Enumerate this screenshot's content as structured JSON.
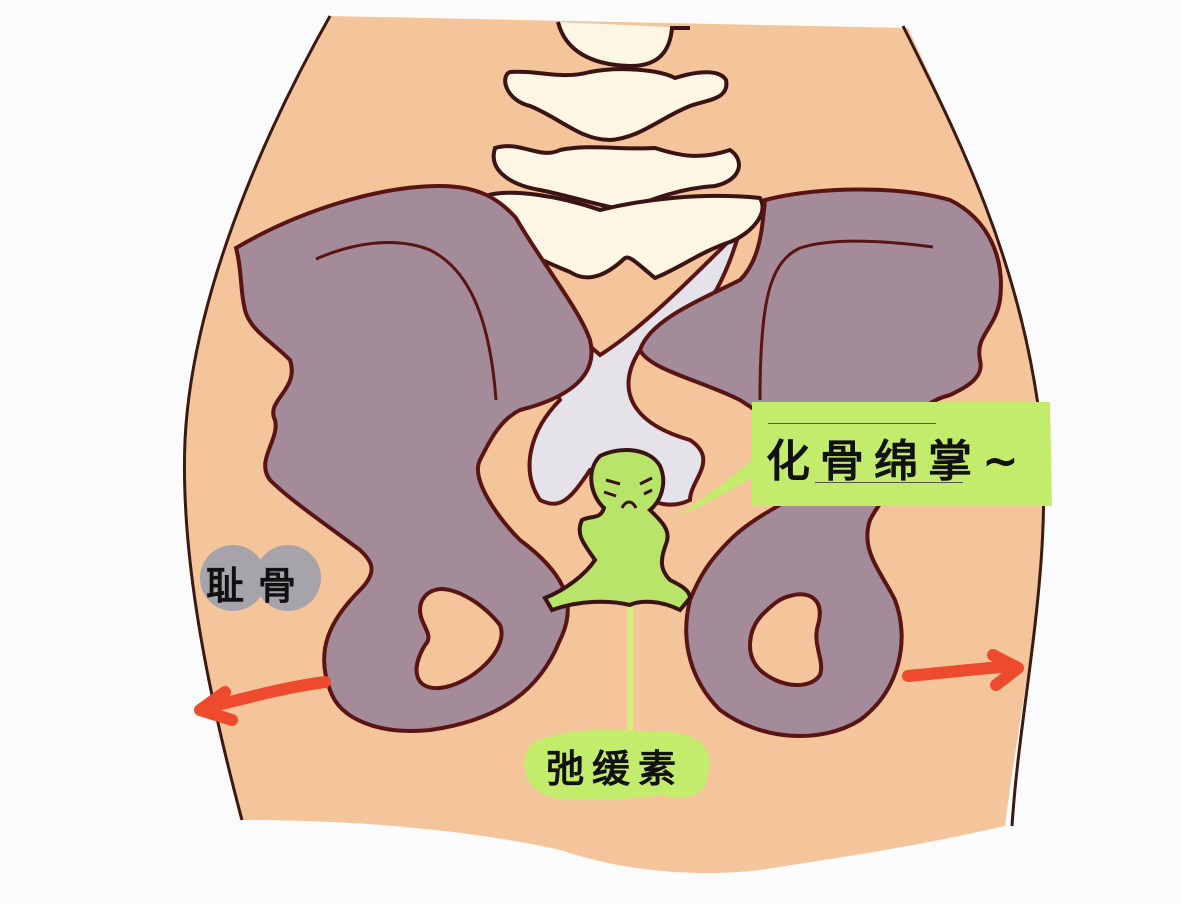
{
  "diagram": {
    "subject": "pelvis",
    "labels": {
      "speech_bubble": "化骨绵掌~",
      "pubic_bone": "耻骨",
      "relaxin": "弛缓素"
    },
    "arrows": [
      {
        "name": "left-arrow",
        "direction": "left"
      },
      {
        "name": "right-arrow",
        "direction": "right"
      }
    ],
    "colors": {
      "background": "#fbfbfc",
      "skin": "#f4c49a",
      "hip_bone": "#a48b99",
      "sacrum": "#e6e2ea",
      "vertebra": "#fdf6e4",
      "outline": "#5a1414",
      "character_green": "#b9e46a",
      "label_green": "#c4ec6c",
      "pubis_badge": "#a7a3ab",
      "arrow_red": "#ee4a2e"
    }
  }
}
